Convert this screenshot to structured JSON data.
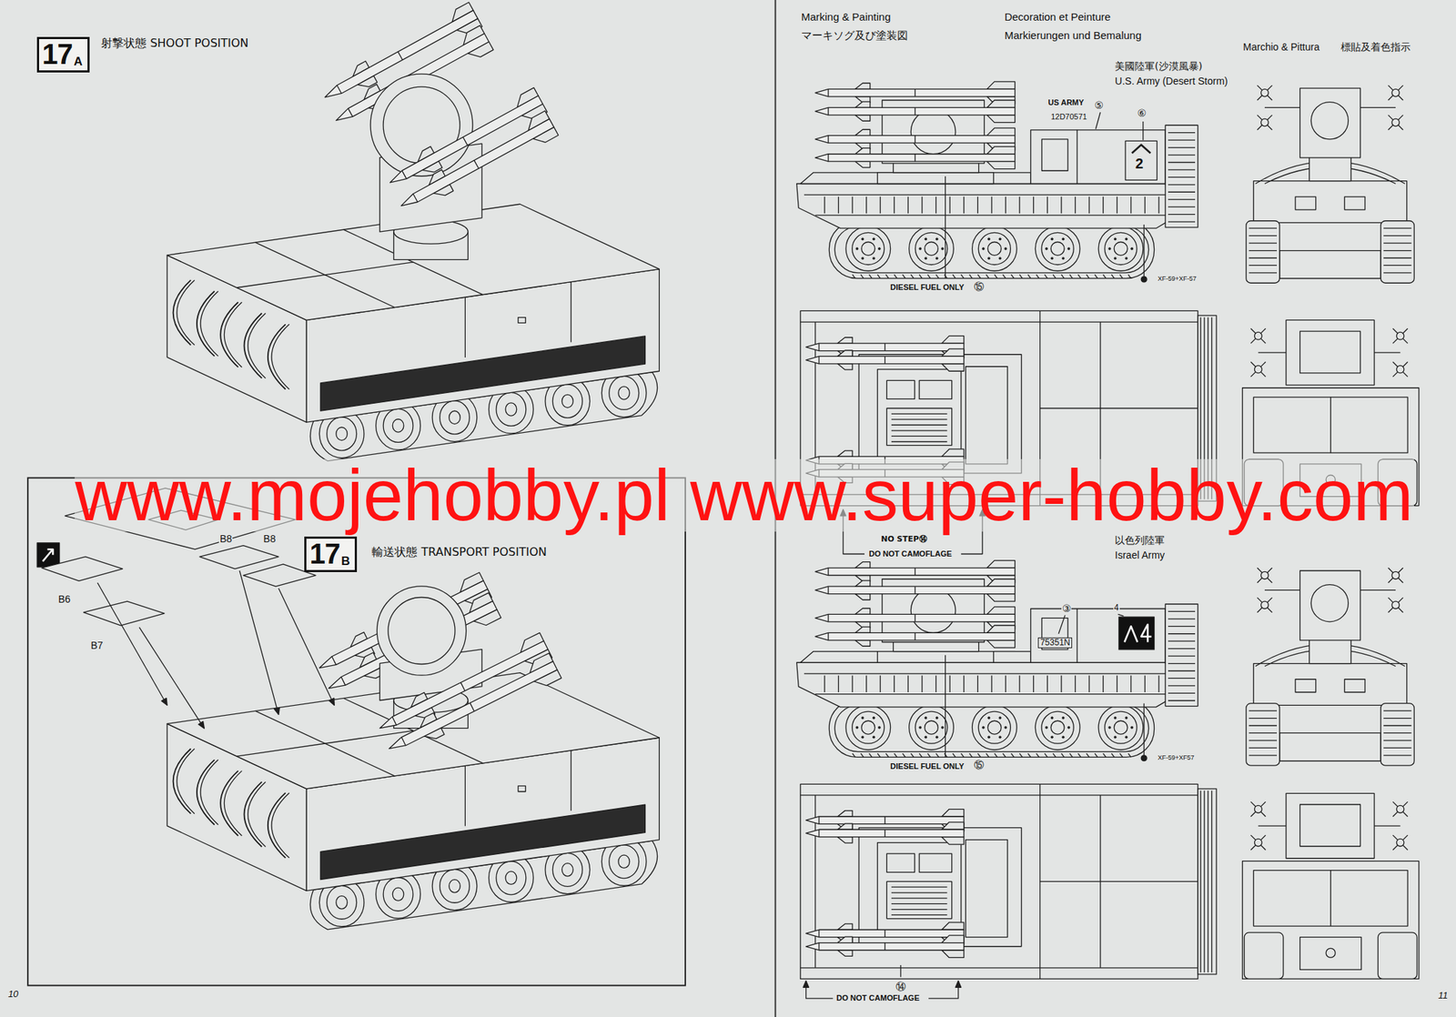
{
  "diagram": {
    "nodes": [
      {
        "text": [
          "17",
          "A"
        ]
      },
      {
        "text": [
          "17",
          "B"
        ]
      }
    ],
    "labels": [
      "射撃状態 SHOOT POSITION",
      "B8",
      "B8",
      "輸送状態 TRANSPORT POSITION",
      "B6",
      "B7",
      "Marking & Painting",
      "マーキソグ及び塗装図",
      "Decoration et Peinture",
      "Markierungen und Bemalung",
      "Marchio & Pittura",
      "標貼及着色指示",
      "美國陸軍(沙漠風暴)",
      "U.S. Army (Desert Storm)",
      "US ARMY",
      "12D70571",
      "⑤",
      "⑥",
      "2",
      "DIESEL FUEL ONLY",
      "⑮",
      "XF-59+XF-57",
      "NO STEP⑭",
      "DO NOT CAMOFLAGE",
      "以色列陸軍",
      "Israel Army",
      "③",
      "4",
      "75351N",
      "DIESEL FUEL ONLY",
      "⑮",
      "XF-59+XF57",
      "⑭",
      "DO NOT CAMOFLAGE",
      "10",
      "11",
      "www.mojehobby.pl www.super-hobby.com"
    ]
  }
}
